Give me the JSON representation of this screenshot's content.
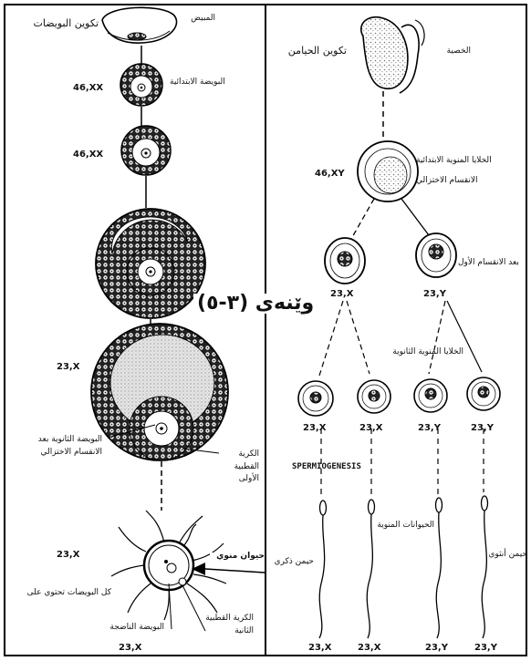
{
  "figure_label": "وێنەی (٣-٥)",
  "oogenesis": {
    "title": "تكوين البويضات",
    "labels": {
      "ovary": "المبيض",
      "primary_follicle": "البويضة الابتدائية",
      "secondary_oocyte": "البويضة الثانوية بعد الانقسام الاختزالي",
      "polar_body_1": "الكرية القطبية الأولى",
      "sperm_entry": "حيوان منوي",
      "mature_ovum_note": "كل البويضات تحتوي على",
      "mature_ovum": "البويضة الناضجة",
      "polar_body_2": "الكرية القطبية الثانية"
    },
    "karyotypes": {
      "k1": "46,XX",
      "k2": "46,XX",
      "k3": "23,X",
      "k4": "23,X",
      "k5": "23,X"
    }
  },
  "spermatogenesis": {
    "title": "تكوين الحيامن",
    "labels": {
      "testis": "الخصية",
      "primary_cell": "الخلايا المنوية الابتدائية",
      "meiosis": "الانقسام الاختزالي",
      "first_division": "بعد الانقسام الأول",
      "secondary_cells": "الخلايا المنوية الثانوية",
      "spermiogenesis": "SPERMIOGENESIS",
      "spermatids": "الحيوانات المنوية",
      "sperm_left": "حيمن ذكري",
      "sperm_right": "حيمن أنثوي"
    },
    "karyotypes": {
      "primary": "46,XY",
      "sec_left": "23,X",
      "sec_right": "23,Y",
      "t1": "23,X",
      "t2": "23,X",
      "t3": "23,Y",
      "t4": "23,Y",
      "s1": "23,X",
      "s2": "23,X",
      "s3": "23,Y",
      "s4": "23,Y"
    }
  }
}
